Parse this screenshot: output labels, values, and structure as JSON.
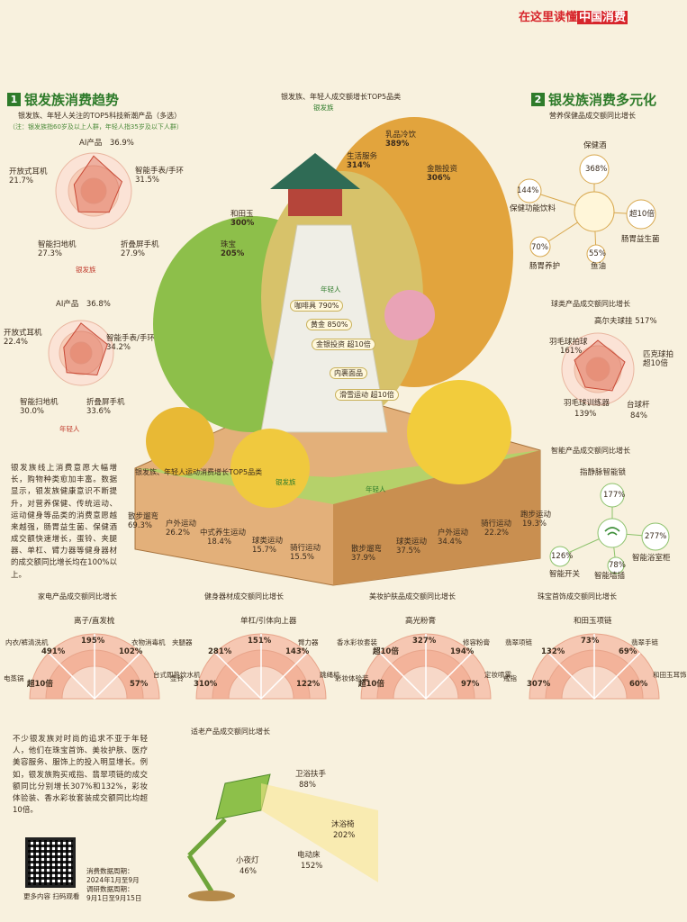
{
  "brand": {
    "prefix": "在这里读懂",
    "highlight": "中国消费"
  },
  "section1": {
    "num": "1",
    "title": "银发族消费趋势",
    "subtitle": "银发族、年轻人关注的TOP5科技新潮产品（多选）",
    "note": "（注：银发族指60岁及以上人群，年轻人指35岁及以下人群）"
  },
  "section2": {
    "num": "2",
    "title": "银发族消费多元化"
  },
  "paragraph1": "银发族线上消费意愿大幅增长，购物种类愈加丰富。数据显示，银发族健康意识不断提升，对营养保健、传统运动、运动健身等品类的消费意愿越来越强，肠胃益生菌、保健酒成交额快速增长，蛋铃、夹腿器、单杠、臂力器等健身器材的成交额同比增长均在100%以上。",
  "paragraph2": "不少银发族对时尚的追求不亚于年轻人，他们在珠宝首饰、美妆护肤、医疗美容服务、服饰上的投入明显增长。例如，银发族购买戒指、翡翠项链的成交额同比分别增长307%和132%，彩妆体验装、香水彩妆套装成交额同比均超10倍。",
  "footer": {
    "qr_caption": "更多内容 扫码观看",
    "period1": "消费数据周期：",
    "period1_value": "2024年1月至9月",
    "period2": "调研数据周期：",
    "period2_value": "9月1日至9月15日"
  },
  "chart_data": [
    {
      "type": "radar",
      "title": "银发族、年轻人关注的TOP5科技新潮产品（多选）",
      "legend": "银发族",
      "categories": [
        "AI产品",
        "智能手表/手环",
        "折叠屏手机",
        "智能扫地机",
        "开放式耳机"
      ],
      "values": [
        36.9,
        31.5,
        27.9,
        27.3,
        21.7
      ],
      "labels": [
        "AI产品　36.9%",
        "智能手表/手环\n31.5%",
        "折叠屏手机\n27.9%",
        "智能扫地机\n27.3%",
        "开放式耳机\n21.7%"
      ]
    },
    {
      "type": "radar",
      "legend": "年轻人",
      "categories": [
        "AI产品",
        "智能手表/手环",
        "折叠屏手机",
        "智能扫地机",
        "开放式耳机"
      ],
      "values": [
        36.8,
        34.2,
        33.6,
        30.0,
        22.4
      ],
      "labels": [
        "AI产品　36.8%",
        "智能手表/手环\n34.2%",
        "折叠屏手机\n33.6%",
        "智能扫地机\n30.0%",
        "开放式耳机\n22.4%"
      ]
    },
    {
      "type": "bar",
      "title": "银发族、年轻人成交额增长TOP5品类",
      "series": [
        {
          "name": "银发族",
          "categories": [
            "和田玉",
            "珠宝",
            "生活服务",
            "乳品冷饮",
            "金融投资"
          ],
          "values": [
            "300%",
            "205%",
            "314%",
            "389%",
            "306%"
          ]
        },
        {
          "name": "年轻人",
          "categories": [
            "咖啡具",
            "黄金",
            "金银投资",
            "内裹面品",
            "滑雪运动"
          ],
          "values": [
            "790%",
            "850%",
            "超10倍",
            "",
            "超10倍"
          ]
        }
      ]
    },
    {
      "type": "bar",
      "title": "银发族、年轻人运动消费增长TOP5品类",
      "series": [
        {
          "name": "银发族",
          "categories": [
            "散步遛弯",
            "户外运动",
            "中式养生运动",
            "球类运动",
            "骑行运动"
          ],
          "values": [
            "69.3%",
            "26.2%",
            "18.4%",
            "15.7%",
            "15.5%"
          ]
        },
        {
          "name": "年轻人",
          "categories": [
            "散步遛弯",
            "球类运动",
            "户外运动",
            "骑行运动",
            "跑步运动"
          ],
          "values": [
            "37.9%",
            "37.5%",
            "34.4%",
            "22.2%",
            "19.3%"
          ]
        }
      ]
    },
    {
      "type": "radial",
      "title": "营养保健品成交额同比增长",
      "items": [
        {
          "label": "保健酒",
          "value": "368%"
        },
        {
          "label": "保健功能饮料",
          "value": "144%"
        },
        {
          "label": "肠胃益生菌",
          "value": "超10倍"
        },
        {
          "label": "肠胃养护",
          "value": "70%"
        },
        {
          "label": "鱼油",
          "value": "55%"
        }
      ]
    },
    {
      "type": "radar",
      "title": "球类产品成交额同比增长",
      "items": [
        {
          "label": "高尔夫球挂",
          "value": "517%"
        },
        {
          "label": "羽毛球拍球",
          "value": "161%"
        },
        {
          "label": "匹克球拍",
          "value": "超10倍"
        },
        {
          "label": "羽毛球训练器",
          "value": "139%"
        },
        {
          "label": "台球杆",
          "value": "84%"
        }
      ]
    },
    {
      "type": "radial",
      "title": "智能产品成交额同比增长",
      "items": [
        {
          "label": "指静脉智能锁",
          "value": "177%"
        },
        {
          "label": "智能浴室柜",
          "value": "277%"
        },
        {
          "label": "智能开关",
          "value": "126%"
        },
        {
          "label": "智能墙插",
          "value": "78%"
        }
      ]
    },
    {
      "type": "semicircle",
      "title": "家电产品成交额同比增长",
      "center": "离子/直发梳",
      "items": [
        {
          "label": "内衣/裤清洗机",
          "value": "491%"
        },
        {
          "label": "离子/直发梳",
          "value": "195%"
        },
        {
          "label": "衣物消毒机",
          "value": "102%"
        },
        {
          "label": "台式即热饮水机",
          "value": "57%"
        },
        {
          "label": "电蒸锅",
          "value": "超10倍"
        }
      ]
    },
    {
      "type": "semicircle",
      "title": "健身器材成交额同比增长",
      "center": "单杠/引体向上器",
      "items": [
        {
          "label": "夹腿器",
          "value": "281%"
        },
        {
          "label": "单杠/引体向上器",
          "value": "151%"
        },
        {
          "label": "臂力器",
          "value": "143%"
        },
        {
          "label": "跳绳机",
          "value": "122%"
        },
        {
          "label": "壶铃",
          "value": "310%"
        }
      ]
    },
    {
      "type": "semicircle",
      "title": "美妆护肤品成交额同比增长",
      "center": "高光粉膏",
      "items": [
        {
          "label": "香水彩妆套装",
          "value": "超10倍"
        },
        {
          "label": "高光粉膏",
          "value": "327%"
        },
        {
          "label": "修容粉膏",
          "value": "194%"
        },
        {
          "label": "定妆喷雾",
          "value": "97%"
        },
        {
          "label": "彩妆体验装",
          "value": "超10倍"
        }
      ]
    },
    {
      "type": "semicircle",
      "title": "珠宝首饰成交额同比增长",
      "center": "和田玉项链",
      "items": [
        {
          "label": "翡翠项链",
          "value": "132%"
        },
        {
          "label": "和田玉项链",
          "value": "73%"
        },
        {
          "label": "翡翠手链",
          "value": "69%"
        },
        {
          "label": "和田玉耳饰",
          "value": "60%"
        },
        {
          "label": "戒指",
          "value": "307%"
        }
      ]
    },
    {
      "type": "radial",
      "title": "适老产品成交额同比增长",
      "items": [
        {
          "label": "卫浴扶手",
          "value": "88%"
        },
        {
          "label": "沐浴椅",
          "value": "202%"
        },
        {
          "label": "电动床",
          "value": "152%"
        },
        {
          "label": "小夜灯",
          "value": "46%"
        }
      ]
    }
  ]
}
